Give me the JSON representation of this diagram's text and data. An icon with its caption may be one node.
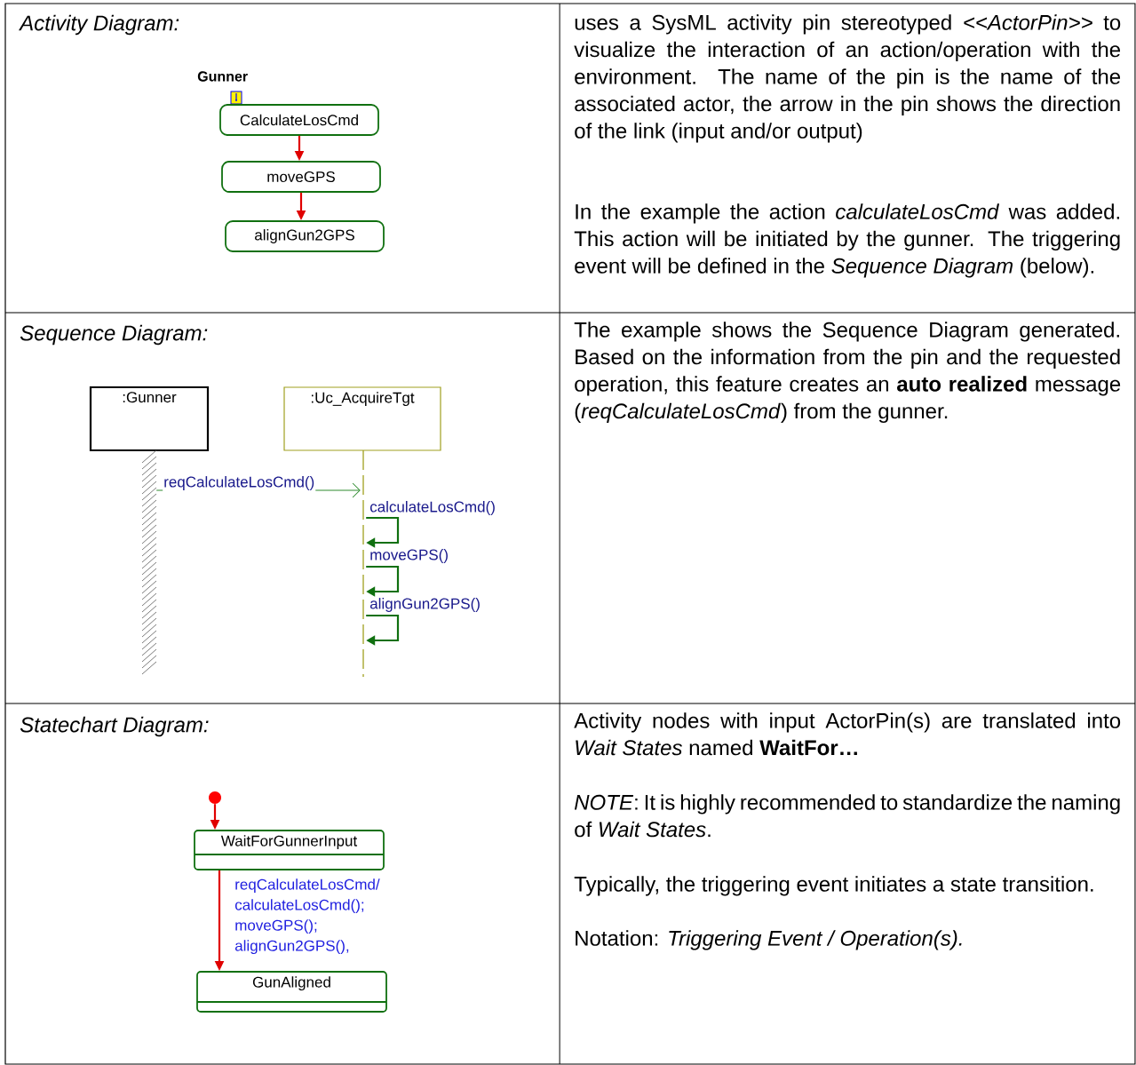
{
  "diagram": {
    "nodes": [
      {
        "text": [
          "CalculateLosCmd"
        ]
      },
      {
        "text": [
          "moveGPS"
        ]
      },
      {
        "text": [
          "alignGun2GPS"
        ]
      },
      {
        "text": [
          ":Gunner"
        ]
      },
      {
        "text": [
          ":Uc_AcquireTgt"
        ]
      },
      {
        "text": [],
        "shape": "bar"
      },
      {
        "text": [],
        "shape": "line"
      },
      {
        "text": [],
        "shape": "circle"
      },
      {
        "text": [
          "WaitForGunnerInput"
        ]
      },
      {
        "text": [
          "GunAligned"
        ]
      }
    ],
    "edges": [
      {
        "from": 0,
        "to": 1,
        "arrow": "to",
        "color": "#e00000"
      },
      {
        "from": 1,
        "to": 2,
        "arrow": "to",
        "color": "#e00000"
      },
      {
        "from": 5,
        "to": 6,
        "arrow": "to",
        "label": "reqCalculateLosCmd()",
        "color": "#2e8b2e"
      },
      {
        "from": 6,
        "to": 6,
        "arrow": "to",
        "label": "calculateLosCmd()",
        "color": "#107010"
      },
      {
        "from": 6,
        "to": 6,
        "arrow": "to",
        "label": "moveGPS()",
        "color": "#107010"
      },
      {
        "from": 6,
        "to": 6,
        "arrow": "to",
        "label": "alignGun2GPS()",
        "color": "#107010"
      },
      {
        "from": 7,
        "to": 8,
        "arrow": "to",
        "color": "#e00000"
      },
      {
        "from": 8,
        "to": 9,
        "arrow": "to",
        "label": "reqCalculateLosCmd/ calculateLosCmd(); moveGPS(); alignGun2GPS(),",
        "color": "#e00000"
      }
    ],
    "labels": [
      "Activity Diagram:",
      "Gunner",
      "uses a SysML activity pin stereotyped *<<ActorPin>>* to visualize the interaction of an action/operation with the environment. The name of the pin is the name of the associated actor, the arrow in the pin shows the direction of the link (input and/or output)",
      "In the example the action *calculateLosCmd* was added. This action will be initiated by the gunner. The triggering event will be defined in the *Sequence Diagram* (below).",
      "Sequence Diagram:",
      "The example shows the Sequence Diagram generated. Based on the information from the pin and the requested operation, this feature creates an **auto realized** message (*reqCalculateLosCmd*) from the gunner.",
      "Statechart Diagram:",
      "Activity nodes with input ActorPin(s) are translated into *Wait States* named **WaitFor…**",
      "*NOTE*: It is highly recommended to standardize the naming of *Wait States*.",
      "Typically, the triggering event initiates a state transition.",
      "Notation: *Triggering Event / Operation(s).*"
    ]
  }
}
